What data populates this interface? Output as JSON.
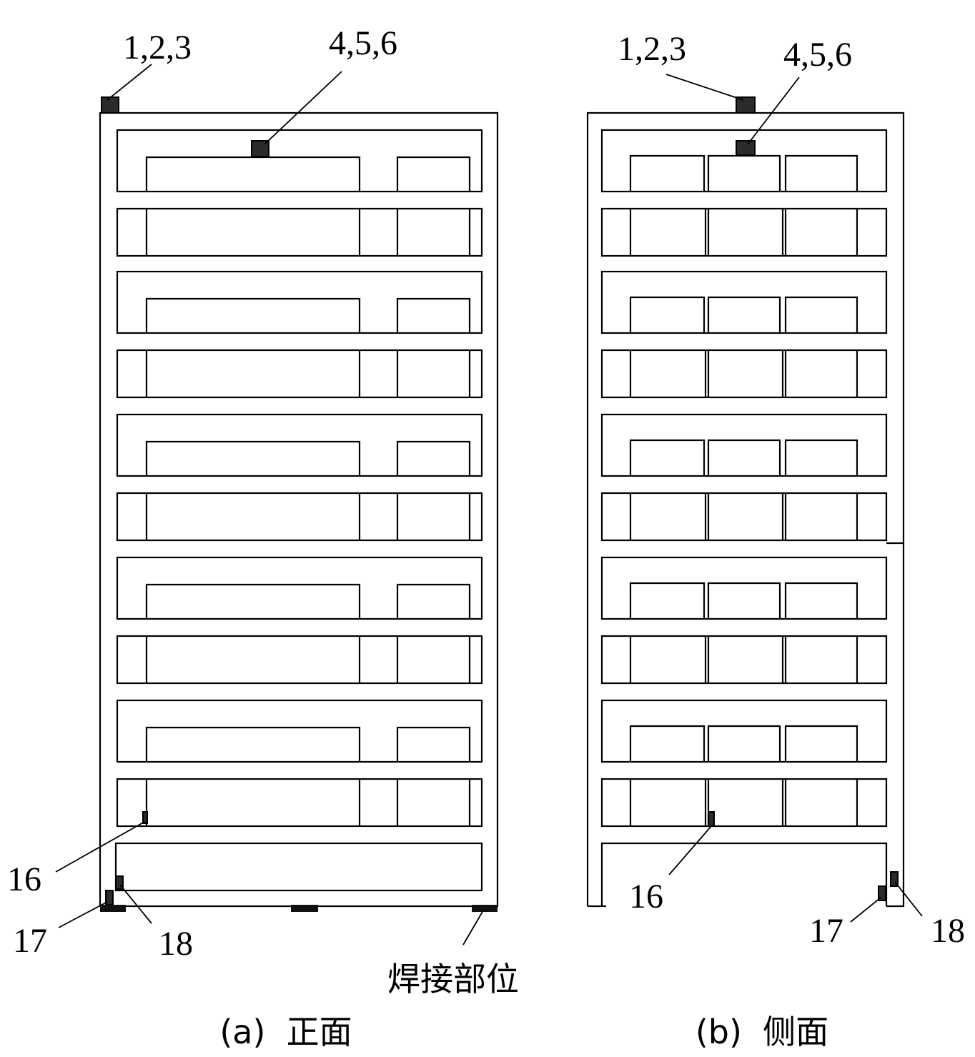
{
  "front": {
    "caption": "(a)  正面",
    "sensor_top_corner": "1,2,3",
    "sensor_top_beam": "4,5,6",
    "sensor_column": "16",
    "sensor_base_left": "17",
    "sensor_base_right": "18",
    "weld_label": "焊接部位"
  },
  "side": {
    "caption": "(b)  侧面",
    "sensor_top_corner": "1,2,3",
    "sensor_top_beam": "4,5,6",
    "sensor_column": "16",
    "sensor_base_left": "17",
    "sensor_base_right": "18"
  },
  "colors": {
    "line": "#000000",
    "sensor": "#2b2b2b",
    "background": "#ffffff"
  },
  "layout": {
    "storeys": 10
  }
}
